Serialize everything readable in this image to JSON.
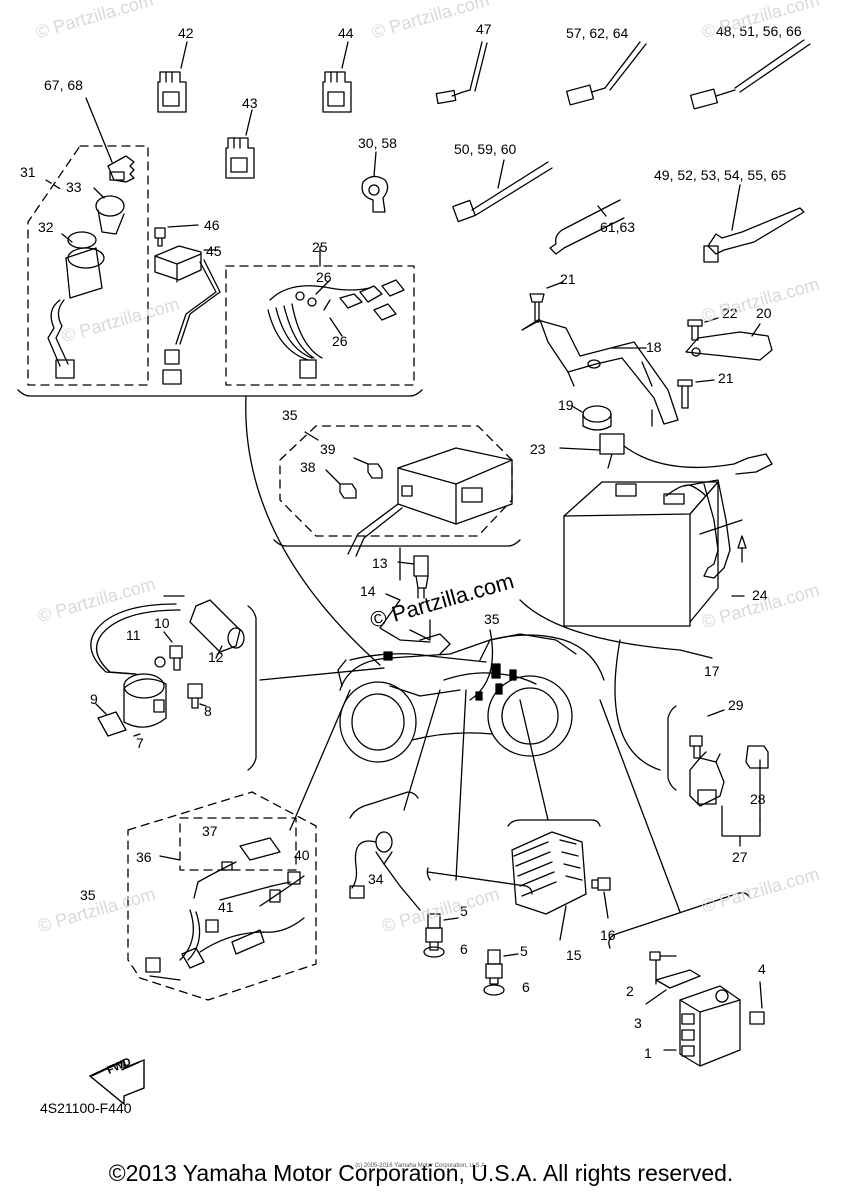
{
  "callouts": [
    {
      "id": "c42",
      "text": "42"
    },
    {
      "id": "c44",
      "text": "44"
    },
    {
      "id": "c47",
      "text": "47"
    },
    {
      "id": "c576264",
      "text": "57, 62, 64"
    },
    {
      "id": "c48515666",
      "text": "48, 51, 56, 66"
    },
    {
      "id": "c6768",
      "text": "67, 68"
    },
    {
      "id": "c43",
      "text": "43"
    },
    {
      "id": "c3058",
      "text": "30, 58"
    },
    {
      "id": "c505960",
      "text": "50, 59, 60"
    },
    {
      "id": "c495253545565",
      "text": "49, 52, 53, 54, 55, 65"
    },
    {
      "id": "c31",
      "text": "31"
    },
    {
      "id": "c33",
      "text": "33"
    },
    {
      "id": "c46",
      "text": "46"
    },
    {
      "id": "c32",
      "text": "32"
    },
    {
      "id": "c45",
      "text": "45"
    },
    {
      "id": "c25",
      "text": "25"
    },
    {
      "id": "c26a",
      "text": "26"
    },
    {
      "id": "c26b",
      "text": "26"
    },
    {
      "id": "c6163",
      "text": "61,63"
    },
    {
      "id": "c21a",
      "text": "21"
    },
    {
      "id": "c22",
      "text": "22"
    },
    {
      "id": "c20",
      "text": "20"
    },
    {
      "id": "c18",
      "text": "18"
    },
    {
      "id": "c21b",
      "text": "21"
    },
    {
      "id": "c19",
      "text": "19"
    },
    {
      "id": "c35a",
      "text": "35"
    },
    {
      "id": "c39",
      "text": "39"
    },
    {
      "id": "c38",
      "text": "38"
    },
    {
      "id": "c23",
      "text": "23"
    },
    {
      "id": "c13",
      "text": "13"
    },
    {
      "id": "c14",
      "text": "14"
    },
    {
      "id": "c35b",
      "text": "35"
    },
    {
      "id": "c24",
      "text": "24"
    },
    {
      "id": "c10",
      "text": "10"
    },
    {
      "id": "c11",
      "text": "11"
    },
    {
      "id": "c12",
      "text": "12"
    },
    {
      "id": "c17",
      "text": "17"
    },
    {
      "id": "c9",
      "text": "9"
    },
    {
      "id": "c8",
      "text": "8"
    },
    {
      "id": "c7",
      "text": "7"
    },
    {
      "id": "c29",
      "text": "29"
    },
    {
      "id": "c28",
      "text": "28"
    },
    {
      "id": "c27",
      "text": "27"
    },
    {
      "id": "c37",
      "text": "37"
    },
    {
      "id": "c40",
      "text": "40"
    },
    {
      "id": "c36",
      "text": "36"
    },
    {
      "id": "c35c",
      "text": "35"
    },
    {
      "id": "c41",
      "text": "41"
    },
    {
      "id": "c34",
      "text": "34"
    },
    {
      "id": "c5a",
      "text": "5"
    },
    {
      "id": "c6a",
      "text": "6"
    },
    {
      "id": "c5b",
      "text": "5"
    },
    {
      "id": "c6b",
      "text": "6"
    },
    {
      "id": "c15",
      "text": "15"
    },
    {
      "id": "c16",
      "text": "16"
    },
    {
      "id": "c4",
      "text": "4"
    },
    {
      "id": "c2",
      "text": "2"
    },
    {
      "id": "c3",
      "text": "3"
    },
    {
      "id": "c1",
      "text": "1"
    }
  ],
  "fwd_label": "FWD",
  "diagram_code": "4S21100-F440",
  "watermark": "© Partzilla.com",
  "watermark_short": "© Partzilla.com",
  "small_copyright": "(c) 2005-2016 Yamaha Motor Corporation, U.S.A.",
  "copyright": "©2013 Yamaha Motor Corporation, U.S.A. All rights reserved."
}
